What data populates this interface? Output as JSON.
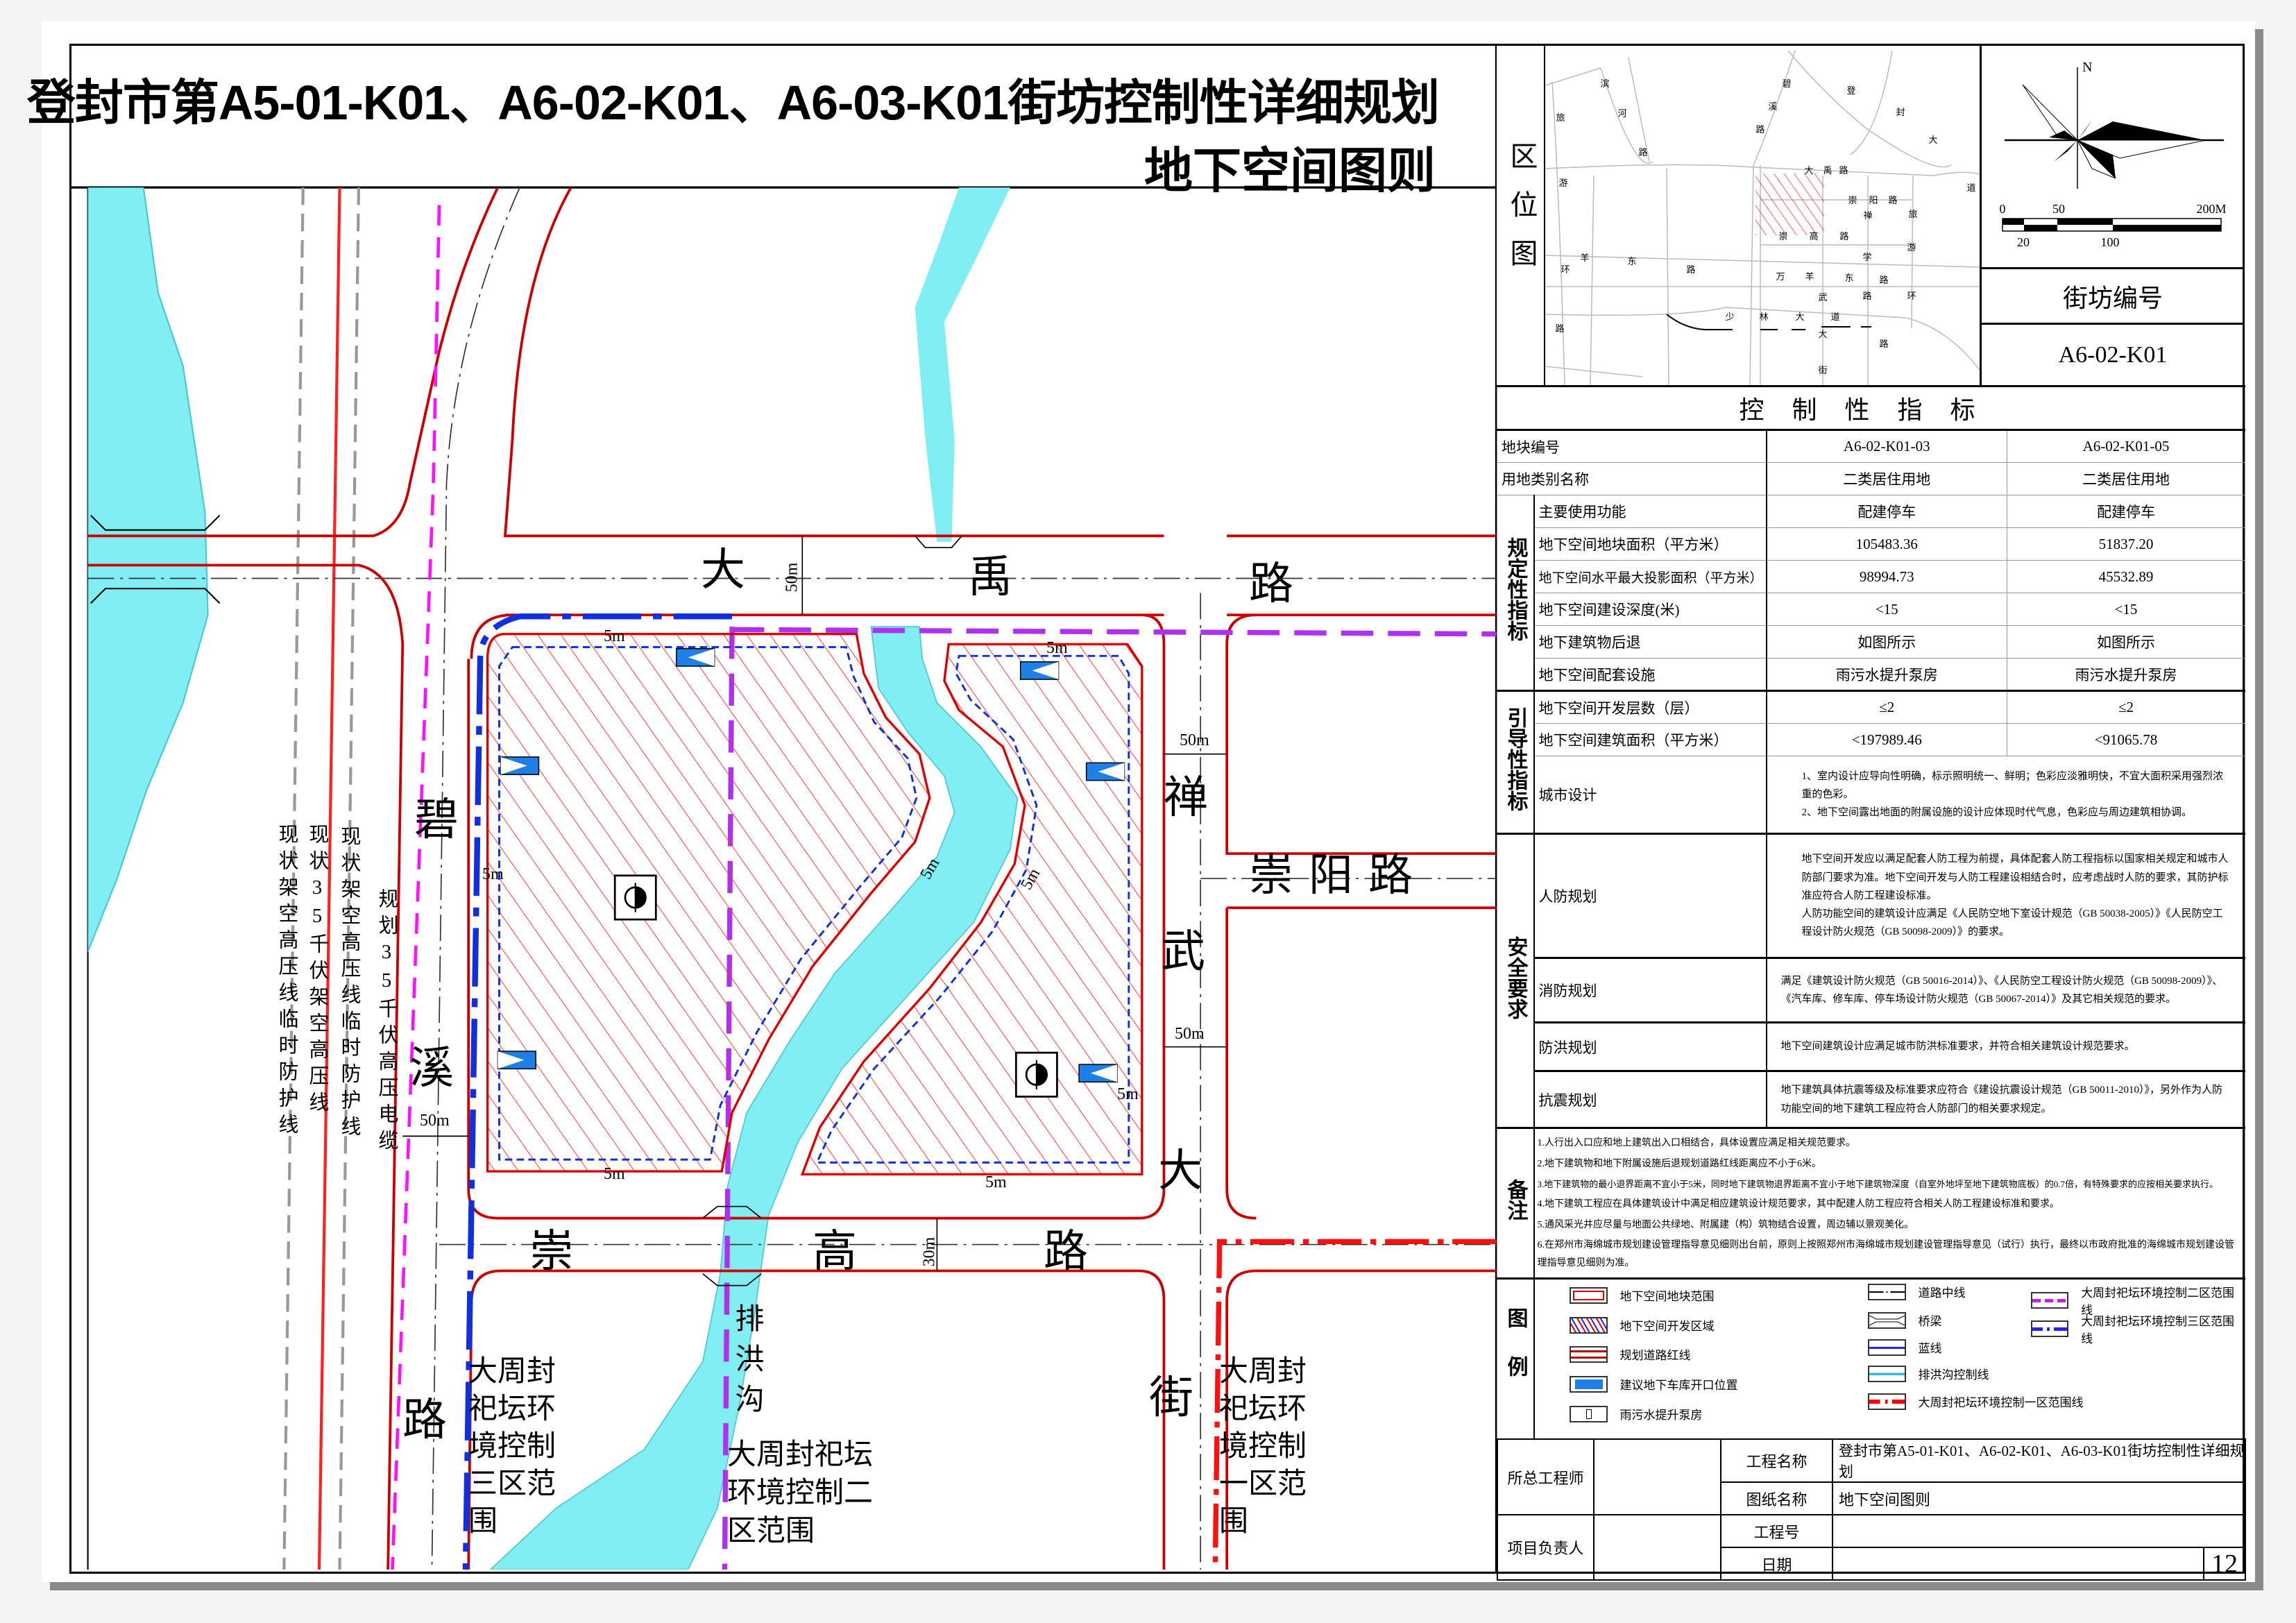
{
  "title": {
    "line1": "登封市第A5-01-K01、A6-02-K01、A6-03-K01街坊控制性详细规划",
    "line2": "地下空间图则"
  },
  "map": {
    "roads": {
      "dayu": [
        "大",
        "禹",
        "路"
      ],
      "bixi": [
        "碧",
        "溪",
        "路"
      ],
      "chanwu": [
        "禅",
        "武",
        "大",
        "街"
      ],
      "chongyang": "崇阳路",
      "chonggao": [
        "崇",
        "高",
        "路"
      ]
    },
    "ditch_label": "排洪沟",
    "zone3_label": [
      "大周封",
      "祀坛环",
      "境控制",
      "三区范",
      "围"
    ],
    "zone2_label": [
      "大周封祀坛",
      "环境控制二",
      "区范围"
    ],
    "zone1_label": [
      "大周封",
      "祀坛环",
      "境控制",
      "一区范",
      "围"
    ],
    "powerlines": [
      "现状架空高压线临时防护线",
      "现状35千伏架空高压线",
      "现状架空高压线临时防护线",
      "规划35千伏高压电缆"
    ],
    "dims": {
      "road50": "50m",
      "road30": "30m",
      "setback5": "5m"
    }
  },
  "location": {
    "label": "区位图",
    "chars": [
      "滨",
      "河",
      "路",
      "旅",
      "碧",
      "溪",
      "路",
      "登",
      "封",
      "大",
      "道",
      "大",
      "禹",
      "路",
      "游",
      "崇",
      "阳",
      "路",
      "禅",
      "旅",
      "崇",
      "高",
      "路",
      "游",
      "学",
      "羊",
      "东",
      "路",
      "环",
      "万",
      "羊",
      "东",
      "路",
      "武",
      "路",
      "环",
      "少",
      "林",
      "大",
      "道",
      "路",
      "大",
      "路",
      "街"
    ]
  },
  "compass": {
    "north": "N",
    "scale_top": [
      "0",
      "50",
      "200M"
    ],
    "scale_bottom": [
      "20",
      "100"
    ]
  },
  "block": {
    "label": "街坊编号",
    "value": "A6-02-K01"
  },
  "control": {
    "header": "控制性指标",
    "categories": {
      "regulatory": "规定性指标",
      "guiding": "引导性指标",
      "safety": "安全要求"
    },
    "rows": [
      {
        "item": "地块编号",
        "v1": "A6-02-K01-03",
        "v2": "A6-02-K01-05"
      },
      {
        "item": "用地类别名称",
        "v1": "二类居住用地",
        "v2": "二类居住用地"
      },
      {
        "item": "主要使用功能",
        "v1": "配建停车",
        "v2": "配建停车"
      },
      {
        "item": "地下空间地块面积（平方米）",
        "v1": "105483.36",
        "v2": "51837.20"
      },
      {
        "item": "地下空间水平最大投影面积（平方米）",
        "v1": "98994.73",
        "v2": "45532.89"
      },
      {
        "item": "地下空间建设深度(米)",
        "v1": "<15",
        "v2": "<15"
      },
      {
        "item": "地下建筑物后退",
        "v1": "如图所示",
        "v2": "如图所示"
      },
      {
        "item": "地下空间配套设施",
        "v1": "雨污水提升泵房",
        "v2": "雨污水提升泵房"
      },
      {
        "item": "地下空间开发层数（层）",
        "v1": "≤2",
        "v2": "≤2"
      },
      {
        "item": "地下空间建筑面积（平方米）",
        "v1": "<197989.46",
        "v2": "<91065.78"
      }
    ],
    "urban_design": {
      "item": "城市设计",
      "lines": [
        "1、室内设计应导向性明确，标示照明统一、鲜明；色彩应淡雅明快，不宜大面积采用强烈浓重的色彩。",
        "2、地下空间露出地面的附属设施的设计应体现时代气息，色彩应与周边建筑相协调。"
      ]
    },
    "safety": [
      {
        "item": "人防规划",
        "lines": [
          "地下空间开发应以满足配套人防工程为前提，具体配套人防工程指标以国家相关规定和城市人防部门要求为准。地下空间开发与人防工程建设相结合时，应考虑战时人防的要求，其防护标准应符合人防工程建设标准。",
          "人防功能空间的建筑设计应满足《人民防空地下室设计规范（GB 50038-2005）》《人民防空工程设计防火规范（GB 50098-2009）》的要求。"
        ]
      },
      {
        "item": "消防规划",
        "lines": [
          "满足《建筑设计防火规范（GB 50016-2014）》、《人民防空工程设计防火规范（GB 50098-2009）》、《汽车库、修车库、停车场设计防火规范（GB 50067-2014）》及其它相关规范的要求。"
        ]
      },
      {
        "item": "防洪规划",
        "lines": [
          "地下空间建筑设计应满足城市防洪标准要求，并符合相关建筑设计规范要求。"
        ]
      },
      {
        "item": "抗震规划",
        "lines": [
          "地下建筑具体抗震等级及标准要求应符合《建设抗震设计规范（GB 50011-2010）》，另外作为人防功能空间的地下建筑工程应符合人防部门的相关要求规定。"
        ]
      }
    ]
  },
  "notes": {
    "label": "备注",
    "items": [
      "1.人行出入口应和地上建筑出入口相结合，具体设置应满足相关规范要求。",
      "2.地下建筑物和地下附属设施后退规划道路红线距离应不小于6米。",
      "3.地下建筑物的最小退界距离不宜小于5米，同时地下建筑物退界距离不宜小于地下建筑物深度（自室外地坪至地下建筑物底板）的0.7倍，有特殊要求的应按相关要求执行。",
      "4.地下建筑工程应在具体建筑设计中满足相应建筑设计规范要求，其中配建人防工程应符合相关人防工程建设标准和要求。",
      "5.通风采光井应尽量与地面公共绿地、附属建（构）筑物结合设置，周边辅以景观美化。",
      "6.在郑州市海绵城市规划建设管理指导意见细则出台前，原则上按照郑州市海绵城市规划建设管理指导意见（试行）执行，最终以市政府批准的海绵城市规划建设管理指导意见细则为准。"
    ]
  },
  "legend": {
    "label": "图例",
    "items": [
      "地下空间地块范围",
      "地下空间开发区域",
      "规划道路红线",
      "建议地下车库开口位置",
      "雨污水提升泵房",
      "道路中线",
      "桥梁",
      "蓝线",
      "排洪沟控制线",
      "大周封祀坛环境控制一区范围线",
      "大周封祀坛环境控制二区范围线",
      "大周封祀坛环境控制三区范围线"
    ]
  },
  "titleblock": {
    "chief_engineer": "所总工程师",
    "project_lead": "项目负责人",
    "project_name_label": "工程名称",
    "project_name": "登封市第A5-01-K01、A6-02-K01、A6-03-K01街坊控制性详细规划",
    "drawing_name_label": "图纸名称",
    "drawing_name": "地下空间图则",
    "project_no_label": "工程号",
    "date_label": "日期",
    "page": "12"
  },
  "colors": {
    "road_red": "#cc0000",
    "zone2_purple": "#b030f0",
    "zone3_blue": "#1030e0",
    "zone1_red": "#ff1010",
    "water": "#80eef2",
    "magenta": "#ff10ff"
  }
}
